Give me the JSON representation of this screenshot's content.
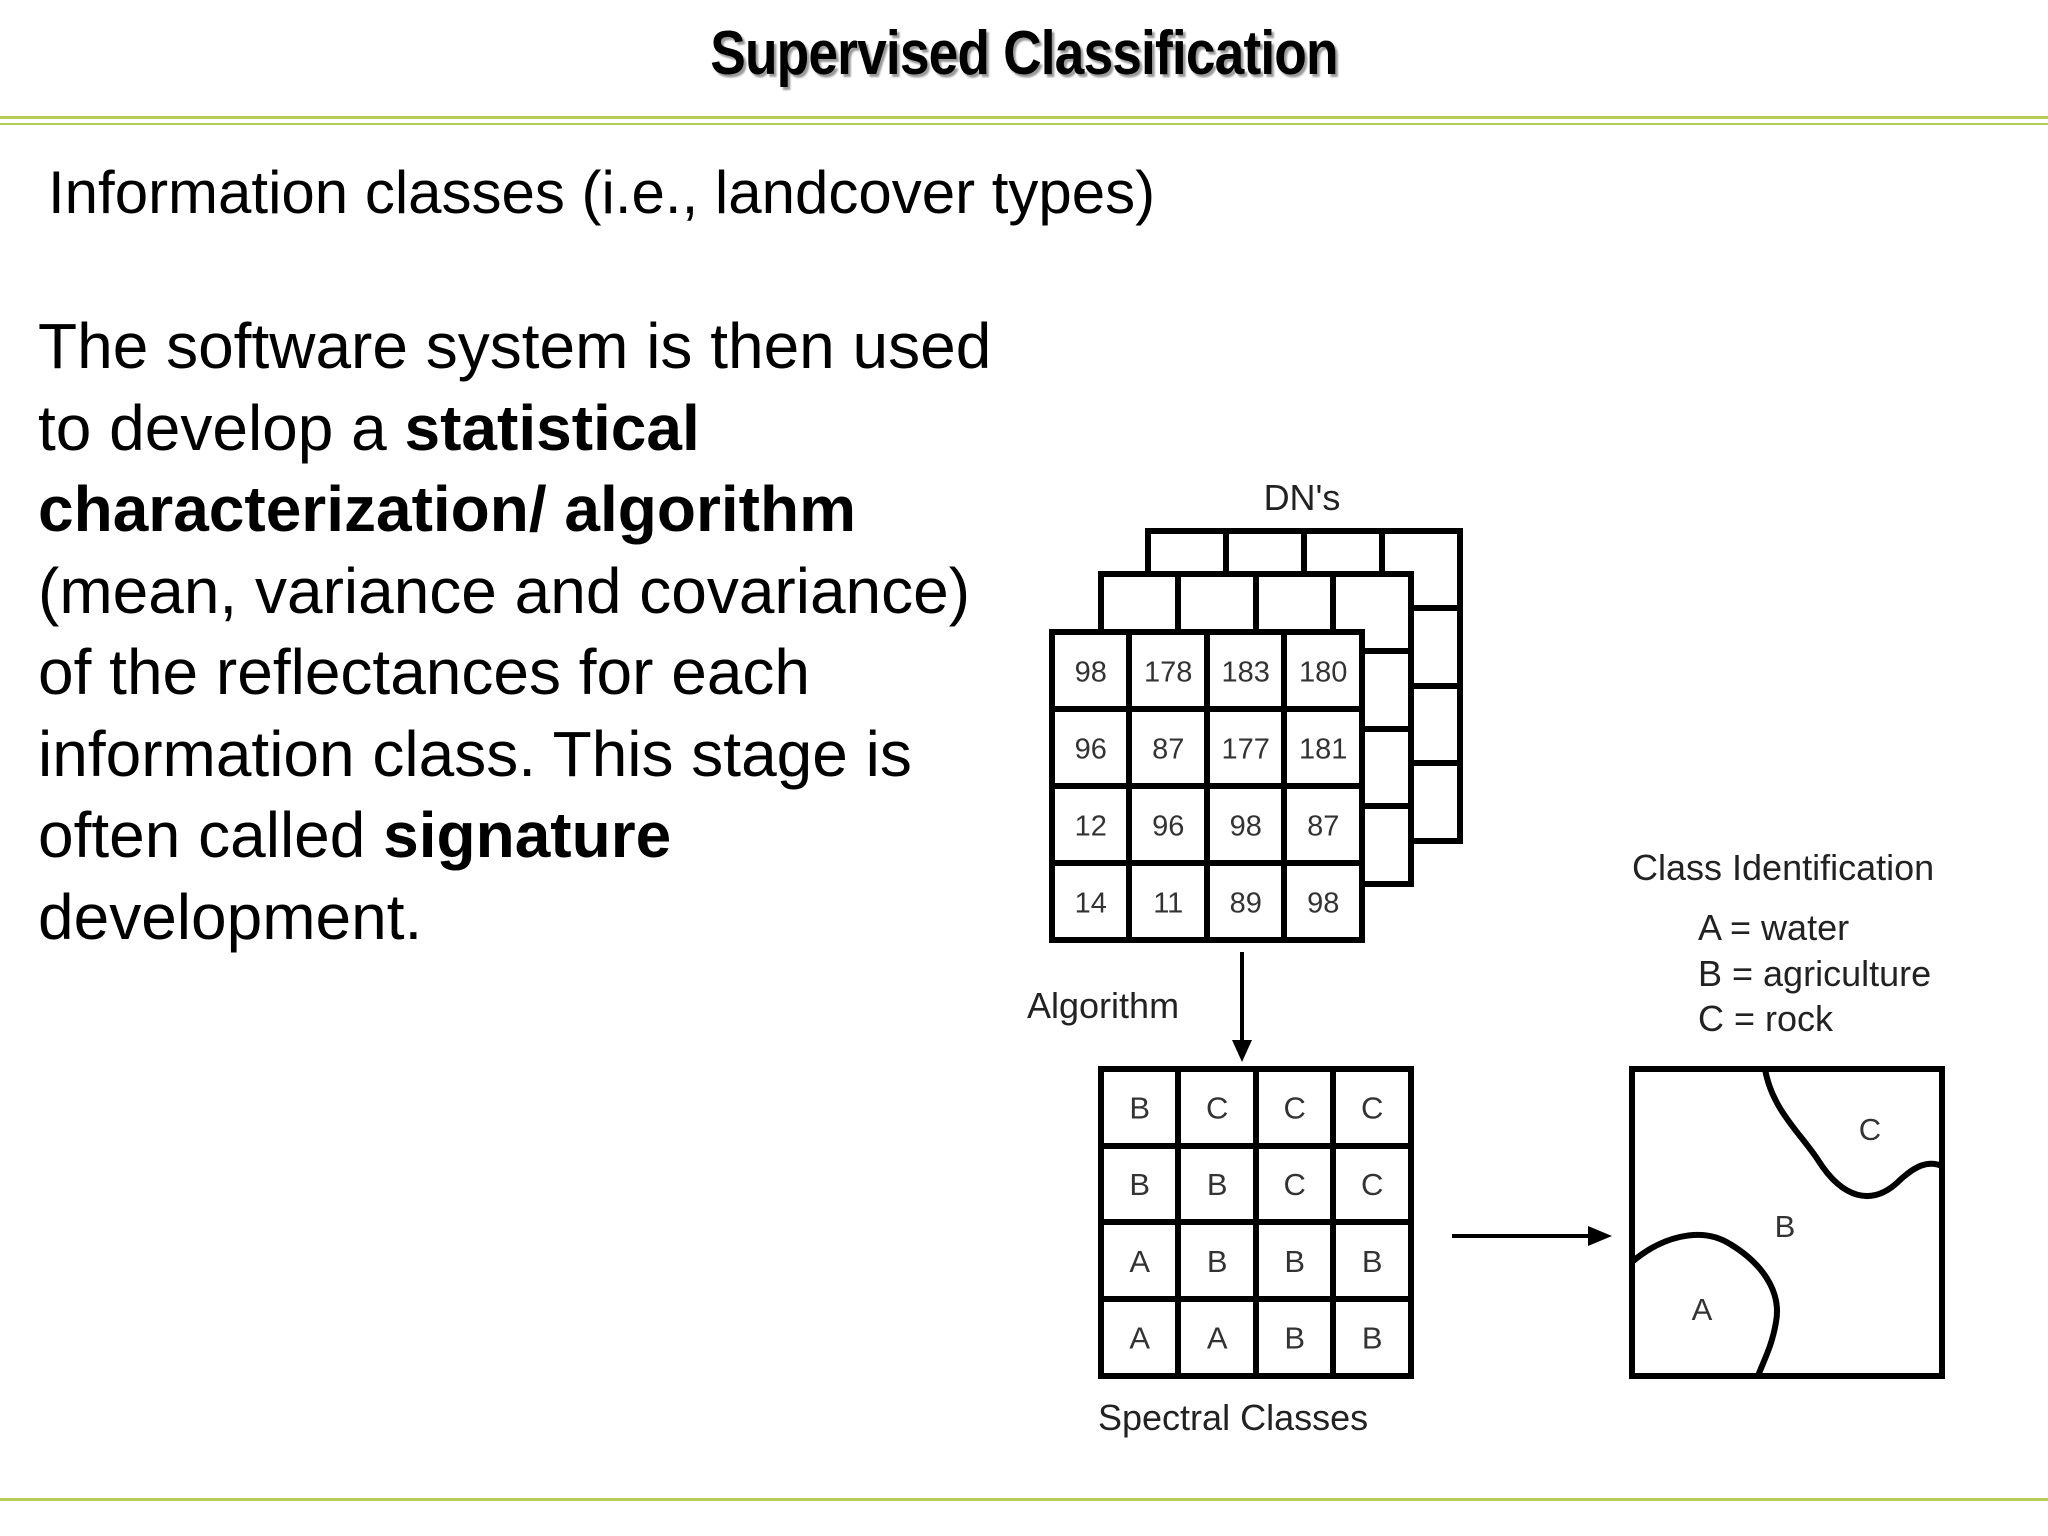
{
  "slide": {
    "title": "Supervised Classification",
    "subtitle": "Information classes (i.e., landcover types)",
    "body": {
      "p1": "The software system is then used to develop a ",
      "b1": "statistical characterization/ algorithm",
      "p2": " (mean, variance and covariance) of the reflectances for each information class. This stage is often called ",
      "b2": "signature",
      "p3": " development."
    }
  },
  "diagram": {
    "dn_label": "DN's",
    "dn_grid": [
      [
        "98",
        "178",
        "183",
        "180"
      ],
      [
        "96",
        "87",
        "177",
        "181"
      ],
      [
        "12",
        "96",
        "98",
        "87"
      ],
      [
        "14",
        "11",
        "89",
        "98"
      ]
    ],
    "algorithm_label": "Algorithm",
    "class_grid": [
      [
        "B",
        "C",
        "C",
        "C"
      ],
      [
        "B",
        "B",
        "C",
        "C"
      ],
      [
        "A",
        "B",
        "B",
        "B"
      ],
      [
        "A",
        "A",
        "B",
        "B"
      ]
    ],
    "spectral_label": "Spectral Classes",
    "class_id": {
      "title": "Class Identification",
      "entries": [
        "A = water",
        "B = agriculture",
        "C = rock"
      ]
    },
    "map_regions": [
      "A",
      "B",
      "C"
    ]
  }
}
